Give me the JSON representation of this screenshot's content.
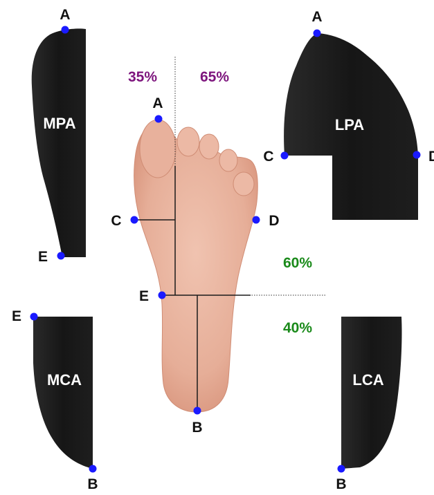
{
  "colors": {
    "region_fill": "#141414",
    "marker": "#1a1aff",
    "forefoot_pct": "#7d157d",
    "length_pct": "#1a8a1a",
    "skin": "#e9b7a3",
    "line": "#1a1a1a"
  },
  "points": {
    "A": "A",
    "B": "B",
    "C": "C",
    "D": "D",
    "E": "E"
  },
  "regions": {
    "mpa": "MPA",
    "lpa": "LPA",
    "mca": "MCA",
    "lca": "LCA"
  },
  "percentages": {
    "medial_width": "35%",
    "lateral_width": "65%",
    "front_length": "60%",
    "rear_length": "40%"
  }
}
